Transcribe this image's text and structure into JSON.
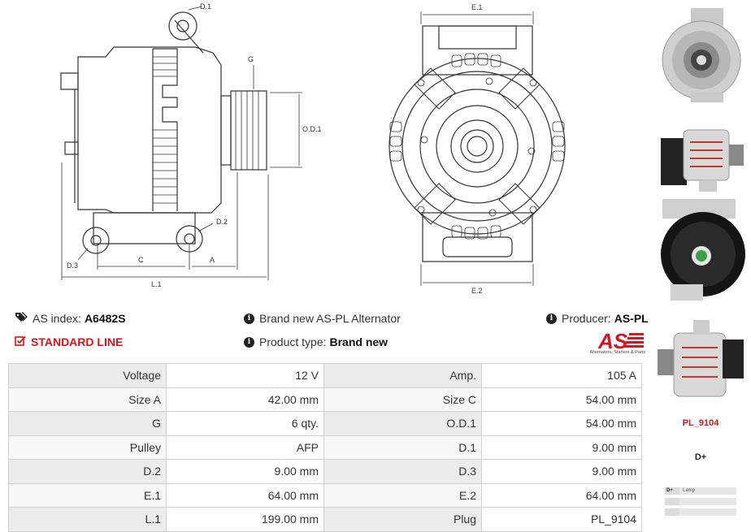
{
  "diagram_labels": {
    "d1": "D.1",
    "g": "G",
    "od1": "O.D.1",
    "d2": "D.2",
    "d3": "D.3",
    "c": "C",
    "a": "A",
    "l1": "L.1",
    "e1": "E.1",
    "e2": "E.2"
  },
  "info": {
    "as_index_label": "AS index:",
    "as_index_value": "A6482S",
    "standard_line": "STANDARD LINE",
    "brand_text": "Brand new AS-PL Alternator",
    "product_type_label": "Product type:",
    "product_type_value": "Brand new",
    "producer_label": "Producer:",
    "producer_value": "AS-PL"
  },
  "logo": {
    "mark": "AS",
    "tagline": "Alternators, Starters & Parts"
  },
  "specs": [
    {
      "l1": "Voltage",
      "v1": "12 V",
      "l2": "Amp.",
      "v2": "105 A"
    },
    {
      "l1": "Size A",
      "v1": "42.00 mm",
      "l2": "Size C",
      "v2": "54.00 mm"
    },
    {
      "l1": "G",
      "v1": "6 qty.",
      "l2": "O.D.1",
      "v2": "54.00 mm"
    },
    {
      "l1": "Pulley",
      "v1": "AFP",
      "l2": "D.1",
      "v2": "9.00 mm"
    },
    {
      "l1": "D.2",
      "v1": "9.00 mm",
      "l2": "D.3",
      "v2": "9.00 mm"
    },
    {
      "l1": "E.1",
      "v1": "64.00 mm",
      "l2": "E.2",
      "v2": "64.00 mm"
    },
    {
      "l1": "L.1",
      "v1": "199.00 mm",
      "l2": "Plug",
      "v2": "PL_9104"
    }
  ],
  "plug": {
    "code": "PL_9104",
    "terminal": "D+",
    "legend": [
      {
        "key": "D+",
        "value": "Lamp"
      },
      {
        "key": "",
        "value": ""
      },
      {
        "key": "",
        "value": ""
      }
    ]
  },
  "colors": {
    "accent_red": "#d7141e",
    "table_border": "#d0d0d0"
  }
}
